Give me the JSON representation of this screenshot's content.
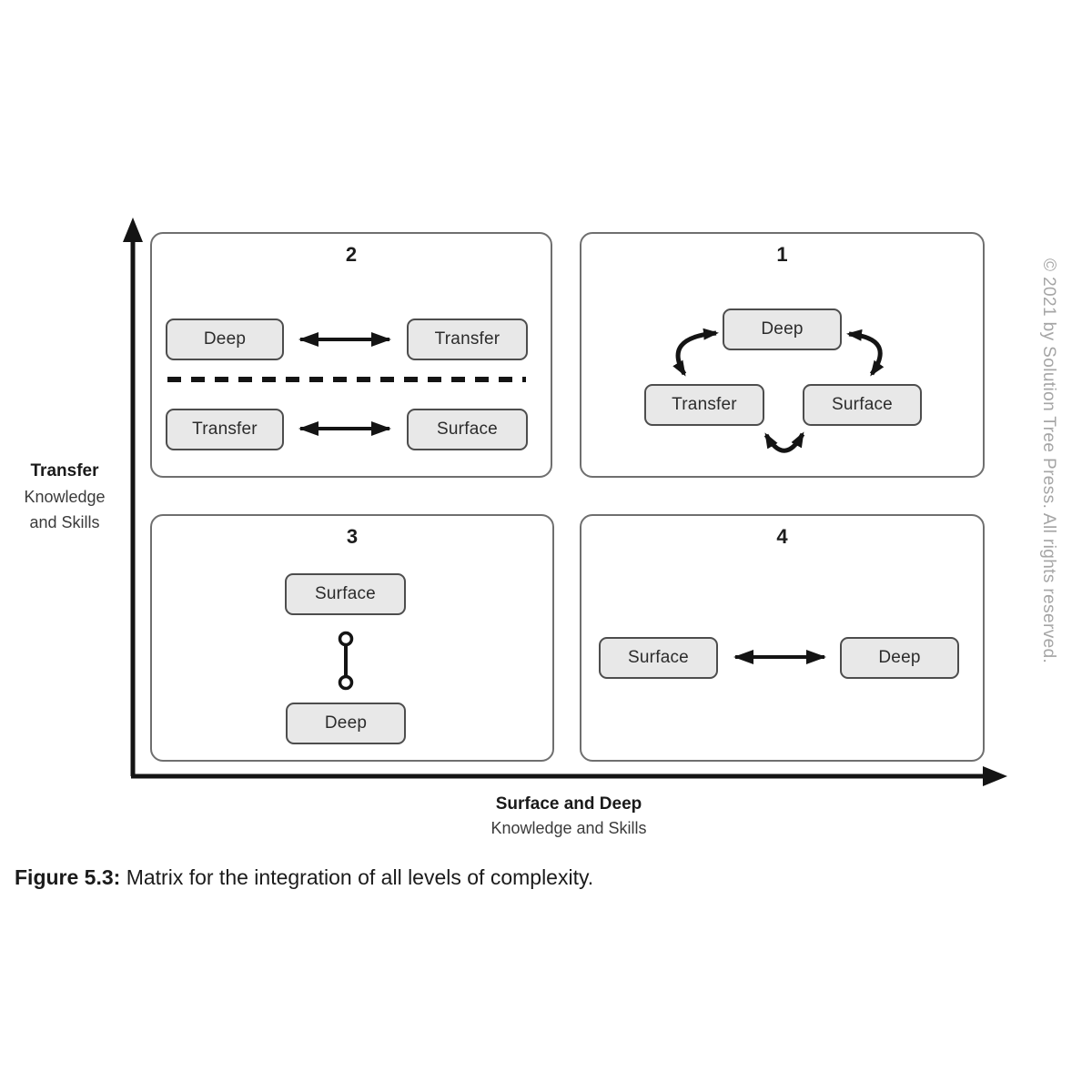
{
  "figure": {
    "caption_label": "Figure 5.3:",
    "caption_text": " Matrix for the integration of all levels of complexity."
  },
  "copyright": "© 2021 by Solution Tree Press. All rights reserved.",
  "axes": {
    "y_title": "Transfer",
    "y_subtitle_line1": "Knowledge",
    "y_subtitle_line2": "and Skills",
    "x_title": "Surface and Deep",
    "x_subtitle": "Knowledge and Skills"
  },
  "quadrants": {
    "one": {
      "number": "1",
      "deep": "Deep",
      "transfer": "Transfer",
      "surface": "Surface"
    },
    "two": {
      "number": "2",
      "row1_left": "Deep",
      "row1_right": "Transfer",
      "row2_left": "Transfer",
      "row2_right": "Surface"
    },
    "three": {
      "number": "3",
      "top": "Surface",
      "bottom": "Deep"
    },
    "four": {
      "number": "4",
      "left": "Surface",
      "right": "Deep"
    }
  },
  "colors": {
    "node_fill": "#e8e8e8",
    "node_border": "#4d4d4d",
    "quadrant_border": "#6f6f6f",
    "arrow_and_axis": "#141414",
    "copyright_text": "#a5a5a5",
    "background": "#ffffff"
  }
}
